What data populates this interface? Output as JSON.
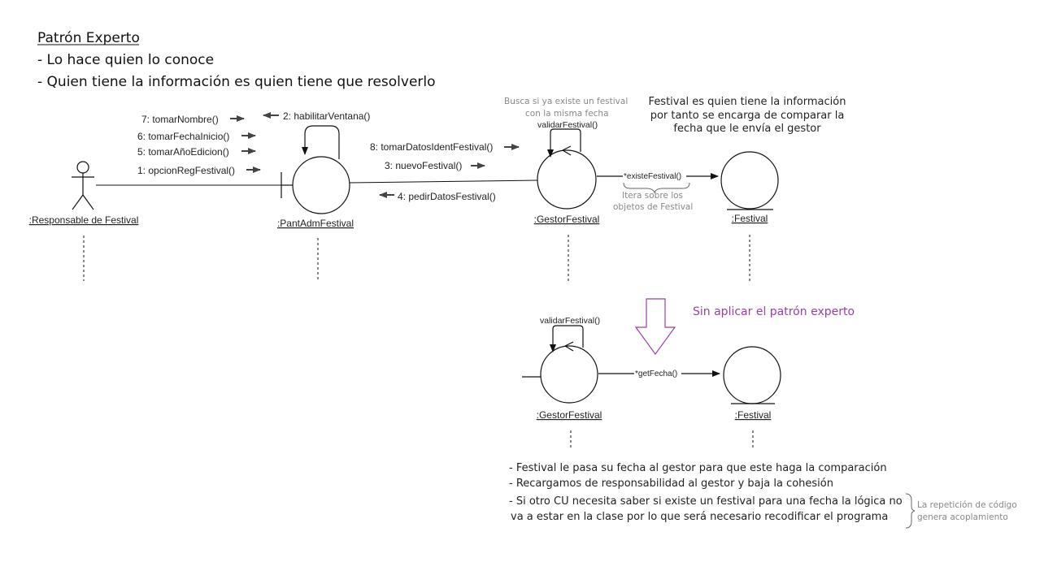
{
  "header": {
    "title": "Patrón Experto",
    "line1": "- Lo hace quien lo conoce",
    "line2": "- Quien tiene la información es quien tiene que resolverlo"
  },
  "top_diagram": {
    "actor": ":Responsable de Festival",
    "boundary": ":PantAdmFestival",
    "control": ":GestorFestival",
    "entity": ":Festival",
    "messages": {
      "m7": "7: tomarNombre()",
      "m6": "6: tomarFechaInicio()",
      "m5": "5: tomarAñoEdicion()",
      "m1": "1: opcionRegFestival()",
      "m2": "2: habilitarVentana()",
      "m8": "8: tomarDatosIdentFestival()",
      "m3": "3: nuevoFestival()",
      "m4": "4: pedirDatosFestival()",
      "validar": "validarFestival()",
      "existe": "*existeFestival()"
    },
    "note_busca_1": "Busca si ya existe un festival",
    "note_busca_2": "con la misma fecha",
    "note_itera_1": "Itera sobre los",
    "note_itera_2": "objetos de Festival",
    "note_expert_1": "Festival es quien tiene la información",
    "note_expert_2": "por tanto se encarga de comparar la",
    "note_expert_3": "fecha que le envía el gestor"
  },
  "bottom_diagram": {
    "label": "Sin aplicar el patrón experto",
    "label_color": "#9b3fa6",
    "arrow_color": "#9b3fa6",
    "control": ":GestorFestival",
    "entity": ":Festival",
    "validar": "validarFestival()",
    "getfecha": "*getFecha()",
    "bullet1": "- Festival le pasa su fecha al gestor para que este haga la comparación",
    "bullet2": "- Recargamos de responsabilidad al gestor y baja la cohesión",
    "bullet3a": "- Si otro CU necesita saber si existe un festival para una fecha la lógica no",
    "bullet3b": "va a estar en la clase por lo que será necesario recodificar el programa",
    "side_note_1": "La repetición de código",
    "side_note_2": "genera acoplamiento"
  }
}
